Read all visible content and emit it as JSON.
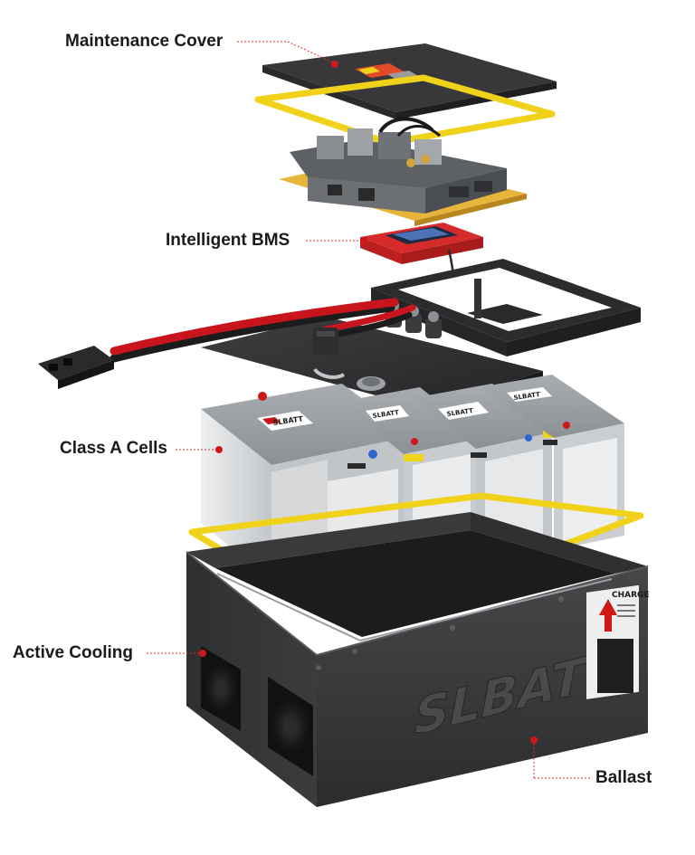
{
  "callouts": [
    {
      "id": "maintenance-cover",
      "label": "Maintenance Cover"
    },
    {
      "id": "intelligent-bms",
      "label": "Intelligent BMS"
    },
    {
      "id": "class-a-cells",
      "label": "Class A Cells"
    },
    {
      "id": "active-cooling",
      "label": "Active Cooling"
    },
    {
      "id": "ballast",
      "label": "Ballast"
    }
  ],
  "brand": {
    "name": "SLBATT",
    "logo_text": "SLBATT"
  },
  "warning_label": {
    "title": "CHARGE"
  },
  "colors": {
    "callout_line": "#e03030",
    "callout_dot": "#d01818",
    "label_text": "#1b1b1b",
    "enclosure": "#3a3a3c",
    "enclosure_dark": "#2a2a2c",
    "gasket": "#f1d21a",
    "bms": "#d72a2a",
    "cell_body": "#d6d8da",
    "cable_red": "#c8141c",
    "cable_black": "#1c1c1c",
    "board": "#e7b53a"
  }
}
